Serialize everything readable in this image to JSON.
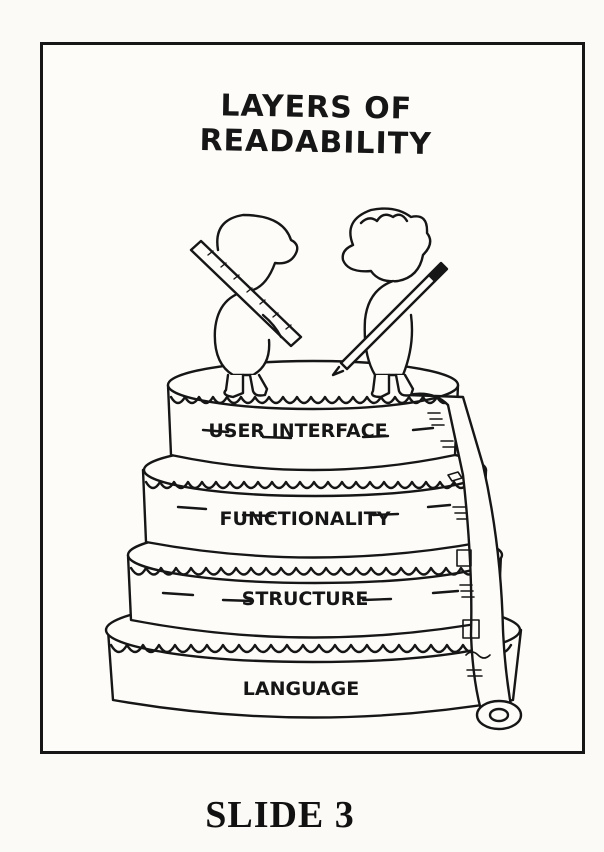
{
  "slide": {
    "title": "LAYERS OF READABILITY",
    "caption": "SLIDE 3"
  },
  "cake": {
    "layers": [
      {
        "label": "USER INTERFACE"
      },
      {
        "label": "FUNCTIONALITY"
      },
      {
        "label": "STRUCTURE"
      },
      {
        "label": "LANGUAGE"
      }
    ]
  },
  "figures": {
    "left_tool": "ruler",
    "right_tool": "pen"
  },
  "colors": {
    "ink": "#161616",
    "paper": "#fdfcf9"
  }
}
